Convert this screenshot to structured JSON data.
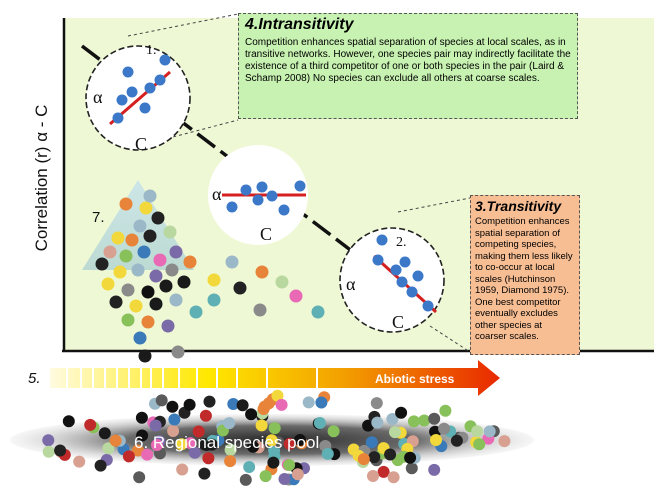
{
  "y_axis_label": "Correlation (r) α - C",
  "circles": [
    {
      "number": "1.",
      "alpha": "α",
      "c": "C"
    },
    {
      "number": "",
      "alpha": "α",
      "c": "C"
    },
    {
      "number": "2.",
      "alpha": "α",
      "c": "C"
    }
  ],
  "intransitivity": {
    "title": "4.Intransitivity",
    "body": "Competition enhances spatial separation of species at local scales, as in transitive networks.  However, one species pair may indirectly facilitate the existence of a third competitor of one or  both species in the pair (Laird & Schamp 2008)  No species can exclude all others at coarse scales.",
    "color": "#c8f2b2"
  },
  "transitivity": {
    "title": "3.Transitivity",
    "body": "Competition enhances spatial separation of competing species,  making them less likely to co-occur at local scales (Hutchinson 1959, Diamond 1975).  One best competitor eventually excludes other species  at coarser scales.",
    "color": "#f7be94"
  },
  "label_7": "7.",
  "label_5": "5.",
  "abiotic_stress": "Abiotic stress",
  "species_pool": "6. Regional species pool",
  "colors": {
    "plot_bg": "#eef8d4",
    "point_blue": "#3c78c8",
    "fit_line": "#d42020",
    "arrow_gradient": [
      "#fffbe0",
      "#ffe800",
      "#f3a000",
      "#e82800"
    ]
  }
}
